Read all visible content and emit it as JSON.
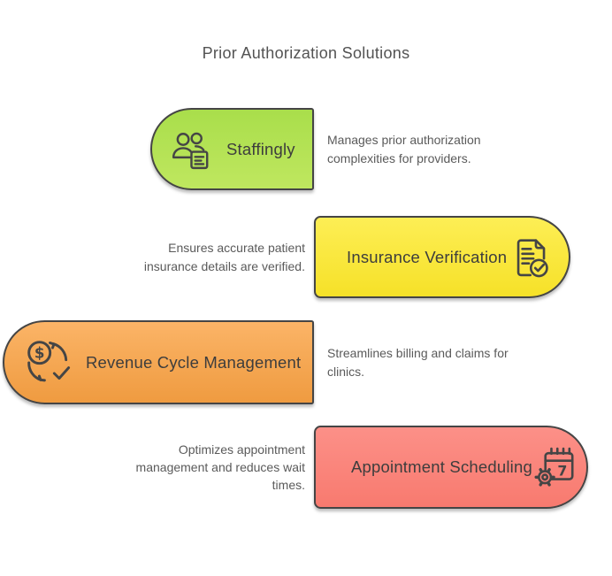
{
  "title": "Prior Authorization Solutions",
  "colors": {
    "outline": "#454545",
    "title_text": "#535353",
    "label_text": "#3d3d3d",
    "description_text": "#5a5a5a"
  },
  "rows": [
    {
      "label": "Staffingly",
      "description": "Manages prior authorization complexities for providers.",
      "icon": "people-document-icon",
      "pill_side": "left",
      "icon_position": "left",
      "color_top": "#a9de4b",
      "color_bottom": "#bfe75f"
    },
    {
      "label": "Insurance Verification",
      "description": "Ensures accurate patient insurance details are verified.",
      "icon": "document-check-icon",
      "pill_side": "right",
      "icon_position": "right",
      "color_top": "#fdee55",
      "color_bottom": "#f6e128"
    },
    {
      "label": "Revenue Cycle Management",
      "description": "Streamlines billing and claims for clinics.",
      "icon": "dollar-cycle-check-icon",
      "pill_side": "left",
      "icon_position": "left",
      "color_top": "#fbb467",
      "color_bottom": "#ef9b40"
    },
    {
      "label": "Appointment Scheduling",
      "description": "Optimizes appointment management and reduces wait times.",
      "icon": "calendar-gear-icon",
      "pill_side": "right",
      "icon_position": "right",
      "color_top": "#fc9088",
      "color_bottom": "#f87a6f"
    }
  ]
}
